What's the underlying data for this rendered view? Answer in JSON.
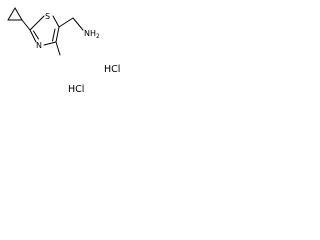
{
  "molecule": {
    "atoms": {
      "sulfur": "S",
      "nitrogen_ring": "N",
      "amine": "NH",
      "amine_subscript": "2"
    },
    "salts": [
      "HCl",
      "HCl"
    ]
  },
  "colors": {
    "bond": "#000000",
    "text": "#000000",
    "background": "#ffffff"
  }
}
